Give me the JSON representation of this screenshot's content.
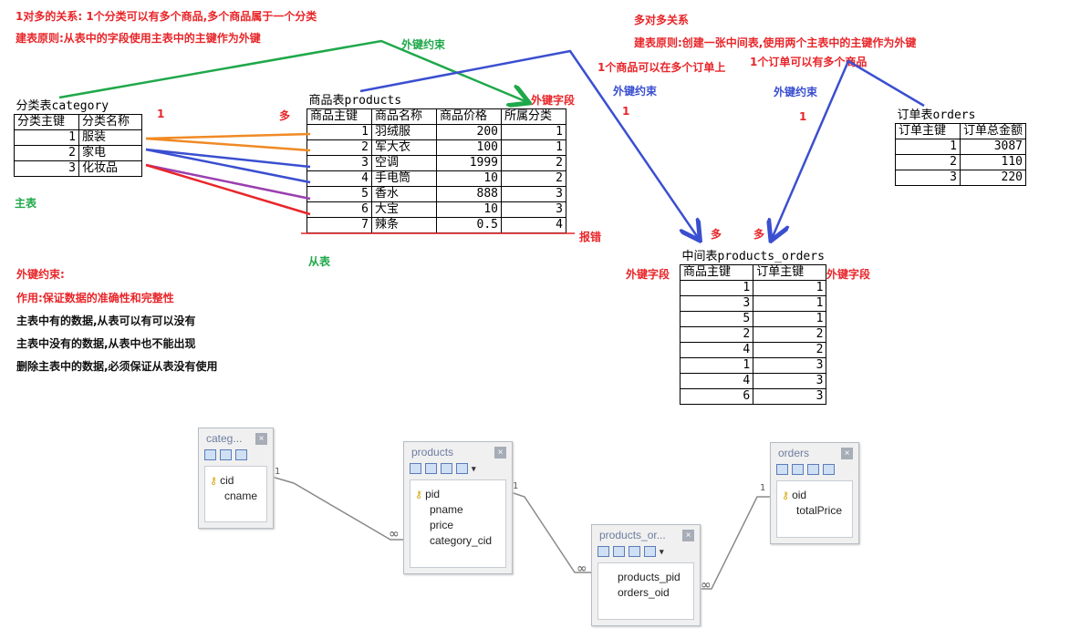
{
  "notes": {
    "one_to_many": "1对多的关系: 1个分类可以有多个商品,多个商品属于一个分类",
    "rule1": "建表原则:从表中的字段使用主表中的主键作为外键",
    "fk_label_green": "外键约束",
    "fk_field_green": "外键字段",
    "many_to_many": "多对多关系",
    "rule2": "建表原则:创建一张中间表,使用两个主表中的主键作为外键",
    "product_many_orders": "1个商品可以在多个订单上",
    "order_many_products": "1个订单可以有多个商品",
    "fk_blue1": "外键约束",
    "fk_blue2": "外键约束",
    "one_a": "1",
    "many_a": "多",
    "one_b": "1",
    "one_c": "1",
    "many_b": "多",
    "many_c": "多",
    "master": "主表",
    "slave": "从表",
    "error": "报错",
    "fk_field_left": "外键字段",
    "fk_field_right": "外键字段"
  },
  "explanation": {
    "title": "外键约束:",
    "purpose": "作用:保证数据的准确性和完整性",
    "line1": "主表中有的数据,从表可以有可以没有",
    "line2": "主表中没有的数据,从表中也不能出现",
    "line3": "删除主表中的数据,必须保证从表没有使用"
  },
  "category_table": {
    "caption": "分类表category",
    "headers": [
      "分类主键",
      "分类名称"
    ],
    "rows": [
      [
        "1",
        "服装"
      ],
      [
        "2",
        "家电"
      ],
      [
        "3",
        "化妆品"
      ]
    ]
  },
  "products_table": {
    "caption": "商品表products",
    "headers": [
      "商品主键",
      "商品名称",
      "商品价格",
      "所属分类"
    ],
    "rows": [
      [
        "1",
        "羽绒服",
        "200",
        "1"
      ],
      [
        "2",
        "军大衣",
        "100",
        "1"
      ],
      [
        "3",
        "空调",
        "1999",
        "2"
      ],
      [
        "4",
        "手电筒",
        "10",
        "2"
      ],
      [
        "5",
        "香水",
        "888",
        "3"
      ],
      [
        "6",
        "大宝",
        "10",
        "3"
      ],
      [
        "7",
        "辣条",
        "0.5",
        "4"
      ]
    ]
  },
  "orders_table": {
    "caption": "订单表orders",
    "headers": [
      "订单主键",
      "订单总金额"
    ],
    "rows": [
      [
        "1",
        "3087"
      ],
      [
        "2",
        "110"
      ],
      [
        "3",
        "220"
      ]
    ]
  },
  "middle_table": {
    "caption": "中间表products_orders",
    "headers": [
      "商品主键",
      "订单主键"
    ],
    "rows": [
      [
        "1",
        "1"
      ],
      [
        "3",
        "1"
      ],
      [
        "5",
        "1"
      ],
      [
        "2",
        "2"
      ],
      [
        "4",
        "2"
      ],
      [
        "1",
        "3"
      ],
      [
        "4",
        "3"
      ],
      [
        "6",
        "3"
      ]
    ]
  },
  "er_boxes": {
    "category": {
      "title": "categ...",
      "fields": [
        "cid",
        "cname"
      ]
    },
    "products": {
      "title": "products",
      "fields": [
        "pid",
        "pname",
        "price",
        "category_cid"
      ]
    },
    "products_orders": {
      "title": "products_or...",
      "fields": [
        "products_pid",
        "orders_oid"
      ]
    },
    "orders": {
      "title": "orders",
      "fields": [
        "oid",
        "totalPrice"
      ]
    }
  },
  "er_labels": {
    "one1": "1",
    "many1": "∞",
    "one2": "1",
    "many2": "∞",
    "one3": "1",
    "many3": "∞"
  },
  "icons": {
    "close": "×",
    "key": "key-icon"
  },
  "colors": {
    "red": "#e8262a",
    "green": "#1fa84a",
    "blue": "#3a4fd0",
    "orange": "#f08a24",
    "purple": "#9b3fb0"
  }
}
